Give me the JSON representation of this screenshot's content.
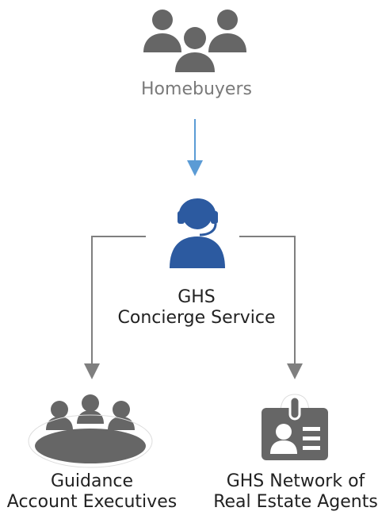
{
  "nodes": {
    "homebuyers": {
      "label": "Homebuyers",
      "icon": "group-of-people-icon"
    },
    "concierge": {
      "line1": "GHS",
      "line2": "Concierge Service",
      "icon": "headset-agent-icon"
    },
    "guidance": {
      "line1": "Guidance",
      "line2": "Account Executives",
      "icon": "meeting-table-icon"
    },
    "network": {
      "line1": "GHS Network of",
      "line2": "Real Estate Agents",
      "icon": "id-badge-icon"
    }
  },
  "colors": {
    "gray_icon": "#666666",
    "blue_icon": "#2c5aa0",
    "blue_arrow": "#5b9bd5",
    "gray_arrow": "#7f7f7f",
    "muted_text": "#7a7a7a",
    "text": "#222222"
  }
}
